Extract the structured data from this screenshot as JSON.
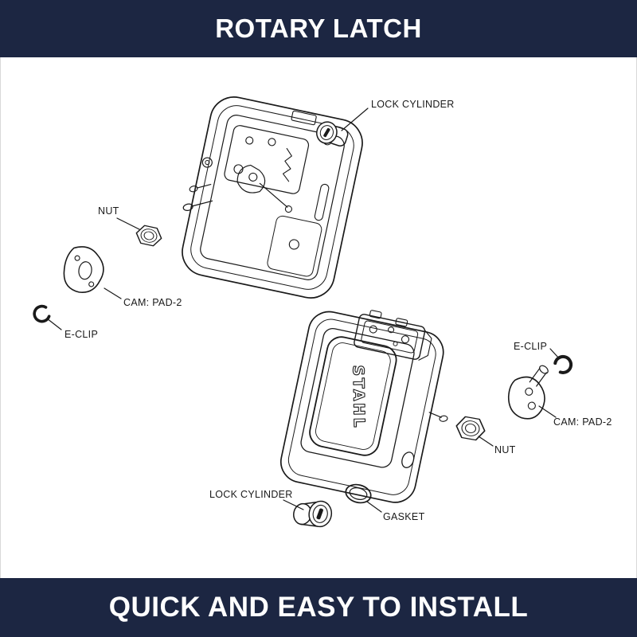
{
  "theme": {
    "navy": "#1c2642",
    "text_on_navy": "#ffffff",
    "line_color": "#1a1a1a"
  },
  "header": {
    "title": "ROTARY LATCH"
  },
  "diagram": {
    "brand_text": "STAHL",
    "labels": {
      "lock_cylinder_top": "LOCK CYLINDER",
      "nut_top": "NUT",
      "cam_top": "CAM: PAD-2",
      "eclip_top": "E-CLIP",
      "eclip_bottom": "E-CLIP",
      "cam_bottom": "CAM: PAD-2",
      "nut_bottom": "NUT",
      "gasket": "GASKET",
      "lock_cylinder_bottom": "LOCK CYLINDER"
    }
  },
  "footer": {
    "title": "QUICK AND EASY TO INSTALL"
  }
}
